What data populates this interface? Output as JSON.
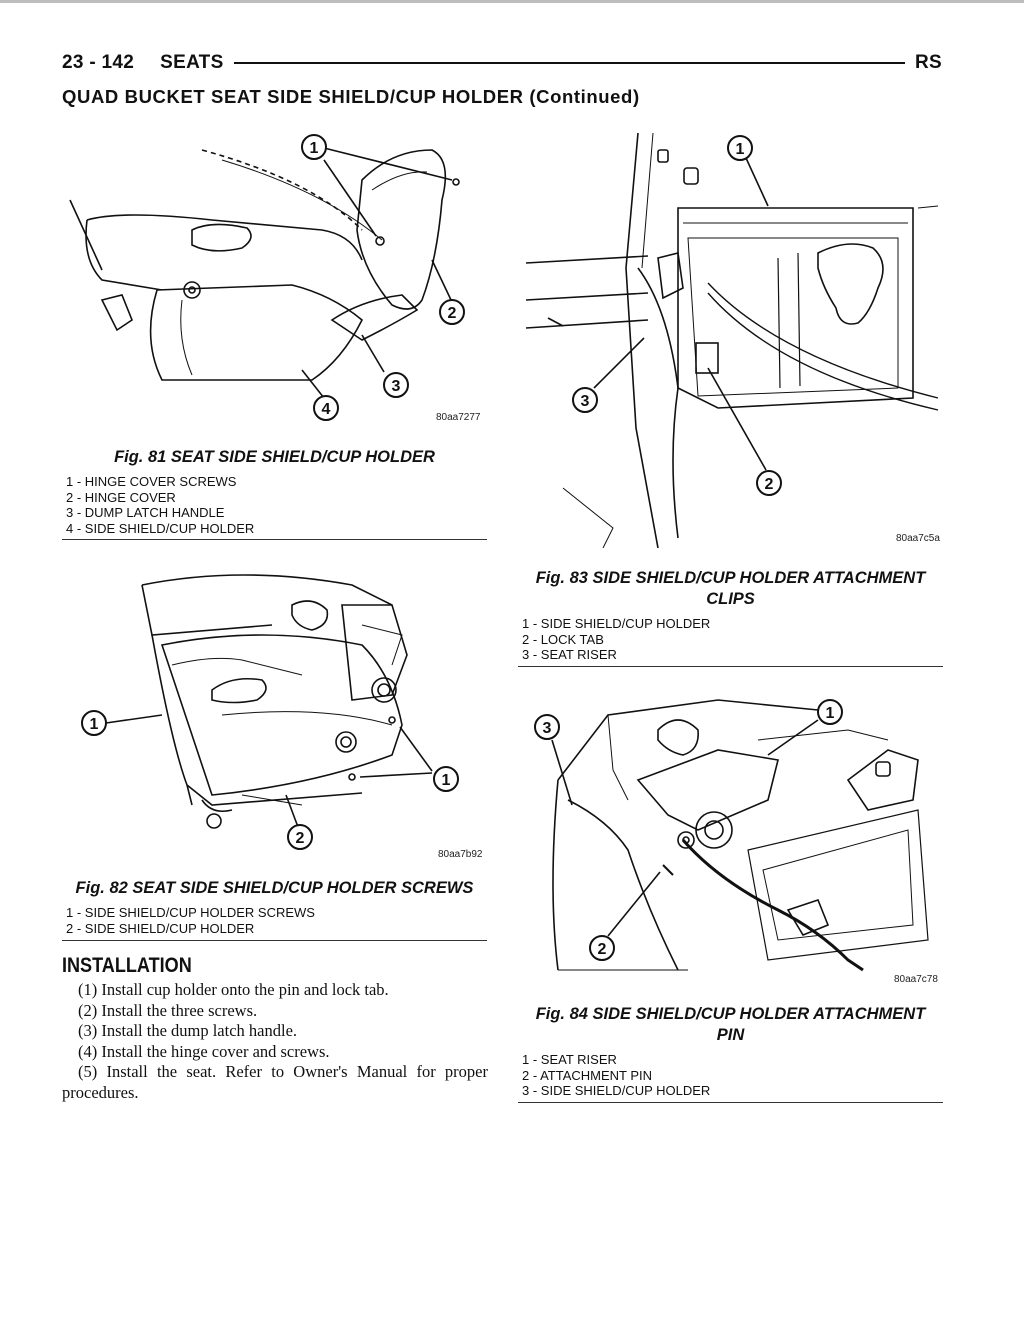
{
  "header": {
    "page_number": "23 - 142",
    "section": "SEATS",
    "code": "RS"
  },
  "subtitle": "QUAD BUCKET SEAT SIDE SHIELD/CUP HOLDER (Continued)",
  "figures": {
    "fig81": {
      "caption": "Fig. 81 SEAT SIDE SHIELD/CUP HOLDER",
      "image_code": "80aa7277",
      "callouts": [
        "1",
        "2",
        "3",
        "4"
      ],
      "legend": [
        "1 - HINGE COVER SCREWS",
        "2 - HINGE COVER",
        "3 - DUMP LATCH HANDLE",
        "4 - SIDE SHIELD/CUP HOLDER"
      ]
    },
    "fig82": {
      "caption": "Fig. 82 SEAT SIDE SHIELD/CUP HOLDER SCREWS",
      "image_code": "80aa7b92",
      "callouts": [
        "1",
        "1",
        "2"
      ],
      "legend": [
        "1 - SIDE SHIELD/CUP HOLDER SCREWS",
        "2 - SIDE SHIELD/CUP HOLDER"
      ]
    },
    "fig83": {
      "caption_line1": "Fig. 83 SIDE SHIELD/CUP HOLDER ATTACHMENT",
      "caption_line2": "CLIPS",
      "image_code": "80aa7c5a",
      "callouts": [
        "1",
        "2",
        "3"
      ],
      "legend": [
        "1 - SIDE SHIELD/CUP HOLDER",
        "2 - LOCK TAB",
        "3 - SEAT RISER"
      ]
    },
    "fig84": {
      "caption_line1": "Fig. 84 SIDE SHIELD/CUP HOLDER ATTACHMENT",
      "caption_line2": "PIN",
      "image_code": "80aa7c78",
      "callouts": [
        "1",
        "2",
        "3"
      ],
      "legend": [
        "1 - SEAT RISER",
        "2 - ATTACHMENT PIN",
        "3 - SIDE SHIELD/CUP HOLDER"
      ]
    }
  },
  "installation": {
    "heading": "INSTALLATION",
    "steps": [
      "(1) Install cup holder onto the pin and lock tab.",
      "(2) Install the three screws.",
      "(3) Install the dump latch handle.",
      "(4) Install the hinge cover and screws.",
      "(5) Install the seat. Refer to Owner's Manual for proper procedures."
    ]
  }
}
